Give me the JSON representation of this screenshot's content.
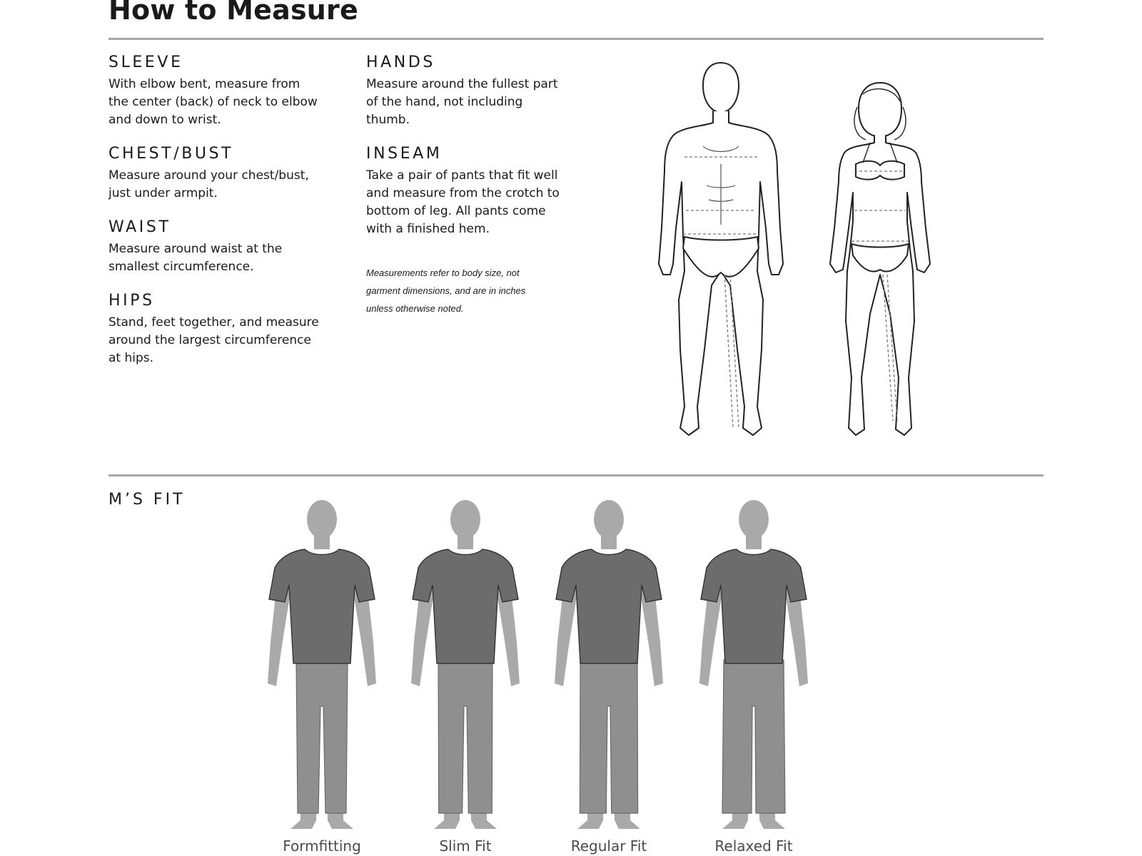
{
  "page": {
    "title": "How to Measure"
  },
  "measurements": [
    {
      "heading": "SLEEVE",
      "text": "With elbow bent, measure from the center (back) of neck to elbow and down to wrist."
    },
    {
      "heading": "CHEST/BUST",
      "text": "Measure around your chest/bust, just under armpit."
    },
    {
      "heading": "WAIST",
      "text": "Measure around waist at the smallest circumference."
    },
    {
      "heading": "HIPS",
      "text": "Stand, feet together, and measure around the largest circumference at hips."
    },
    {
      "heading": "HANDS",
      "text": "Measure around the fullest part of the hand, not including thumb."
    },
    {
      "heading": "INSEAM",
      "text": "Take a pair of pants that fit well and measure from the crotch to bottom of leg. All pants come with a finished hem."
    }
  ],
  "note": "Measurements refer to body size, not garment dimensions, and are in inches unless otherwise noted.",
  "fits": {
    "heading": "M’S FIT",
    "items": [
      {
        "label": "Formfitting",
        "pant_looseness": 0.0
      },
      {
        "label": "Slim Fit",
        "pant_looseness": 0.33
      },
      {
        "label": "Regular Fit",
        "pant_looseness": 0.66
      },
      {
        "label": "Relaxed Fit",
        "pant_looseness": 1.0
      }
    ]
  },
  "colors": {
    "rule": "#a6a6a6",
    "text": "#1a1a1a",
    "silhouette": "#a9a9a9",
    "shirt": "#6c6c6c",
    "pants": "#8f8f8f",
    "fit_label": "#4b4b4b"
  }
}
